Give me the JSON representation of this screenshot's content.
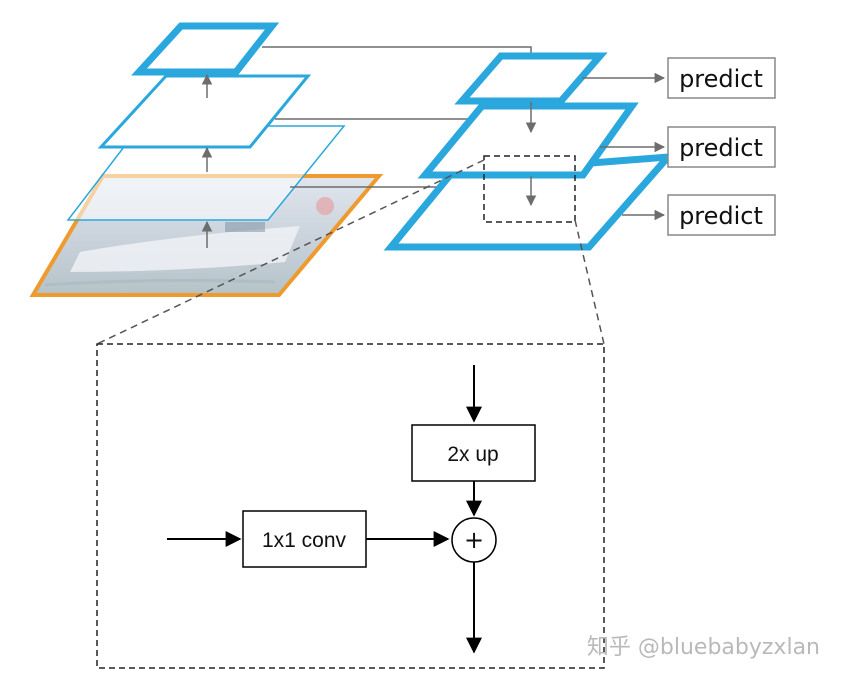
{
  "pyramid": {
    "outputs": [
      {
        "label": "predict"
      },
      {
        "label": "predict"
      },
      {
        "label": "predict"
      }
    ]
  },
  "detail": {
    "conv_label": "1x1 conv",
    "upsample_label": "2x up",
    "merge_symbol": "+"
  },
  "watermark": "知乎 @bluebabyzxlan",
  "colors": {
    "feature_blue": "#2aa7dd",
    "image_orange": "#ef9a2d",
    "arrow_gray": "#6d6d6d",
    "dashed": "#444444"
  }
}
